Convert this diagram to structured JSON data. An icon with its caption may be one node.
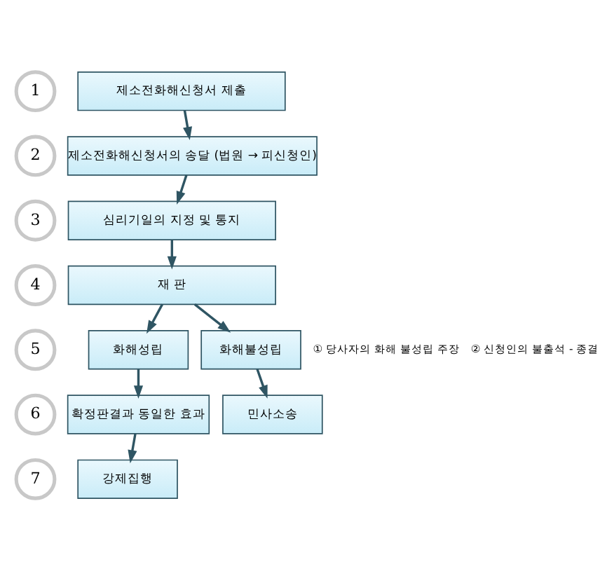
{
  "diagram": {
    "nodes": [
      {
        "text": [
          "1"
        ]
      },
      {
        "text": [
          "제소전화해신청서 제출"
        ]
      },
      {
        "text": [
          "2"
        ]
      },
      {
        "text": [
          "제소전화해신청서의 송달 (법원 → 피신청인)"
        ]
      },
      {
        "text": [
          "3"
        ]
      },
      {
        "text": [
          "심리기일의 지정 및 통지"
        ]
      },
      {
        "text": [
          "4"
        ]
      },
      {
        "text": [
          "재 판"
        ]
      },
      {
        "text": [
          "5"
        ]
      },
      {
        "text": [
          "화해성립"
        ]
      },
      {
        "text": [
          "화해불성립"
        ],
        "beside": [
          "① 당사자의 화해 불성립 주장",
          "② 신청인의 불출석 - 종결"
        ]
      },
      {
        "text": [
          "6"
        ]
      },
      {
        "text": [
          "확정판결과 동일한 효과"
        ]
      },
      {
        "text": [
          "민사소송"
        ]
      },
      {
        "text": [
          "7"
        ]
      },
      {
        "text": [
          "강제집행"
        ]
      }
    ],
    "edges": [
      {
        "from": 1,
        "to": 3,
        "arrow": "to"
      },
      {
        "from": 3,
        "to": 5,
        "arrow": "to"
      },
      {
        "from": 5,
        "to": 7,
        "arrow": "to"
      },
      {
        "from": 7,
        "to": 9,
        "arrow": "to"
      },
      {
        "from": 7,
        "to": 10,
        "arrow": "to"
      },
      {
        "from": 9,
        "to": 12,
        "arrow": "to"
      },
      {
        "from": 10,
        "to": 13,
        "arrow": "to"
      },
      {
        "from": 12,
        "to": 15,
        "arrow": "to"
      }
    ]
  }
}
